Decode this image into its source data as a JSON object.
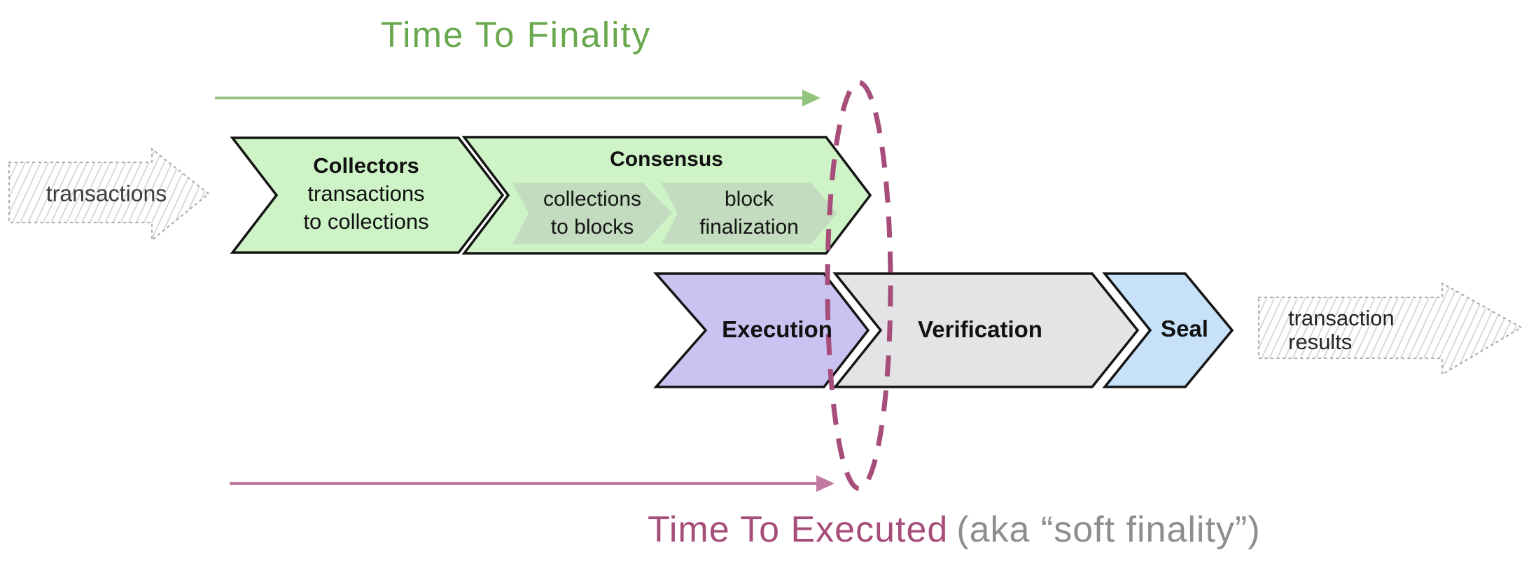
{
  "header": {
    "title": "Time To Finality"
  },
  "footer": {
    "title": "Time To Executed",
    "suffix": "(aka “soft finality”)"
  },
  "input_arrow": {
    "label": "transactions"
  },
  "output_arrow": {
    "line1": "transaction",
    "line2": "results"
  },
  "stages": {
    "collectors": {
      "title": "Collectors",
      "desc1": "transactions",
      "desc2": "to collections"
    },
    "consensus": {
      "title": "Consensus",
      "steps": [
        {
          "line1": "collections",
          "line2": "to blocks"
        },
        {
          "line1": "block",
          "line2": "finalization"
        }
      ]
    },
    "execution": {
      "title": "Execution"
    },
    "verification": {
      "title": "Verification"
    },
    "seal": {
      "title": "Seal"
    }
  },
  "colors": {
    "title_green": "#6aa84f",
    "arrow_green": "#93c47d",
    "executed_pink": "#a64d79",
    "arrow_pink": "#c27ba0",
    "suffix_gray": "#8e8e8e",
    "stage_green": "#cdf3c7",
    "stage_substep": "#c3dcbf",
    "stage_lavender": "#cac3f1",
    "stage_gray": "#e4e4e6",
    "stage_blue": "#c6e1f8",
    "outline_black": "#141414",
    "sketch_outline": "#aeaeae"
  }
}
